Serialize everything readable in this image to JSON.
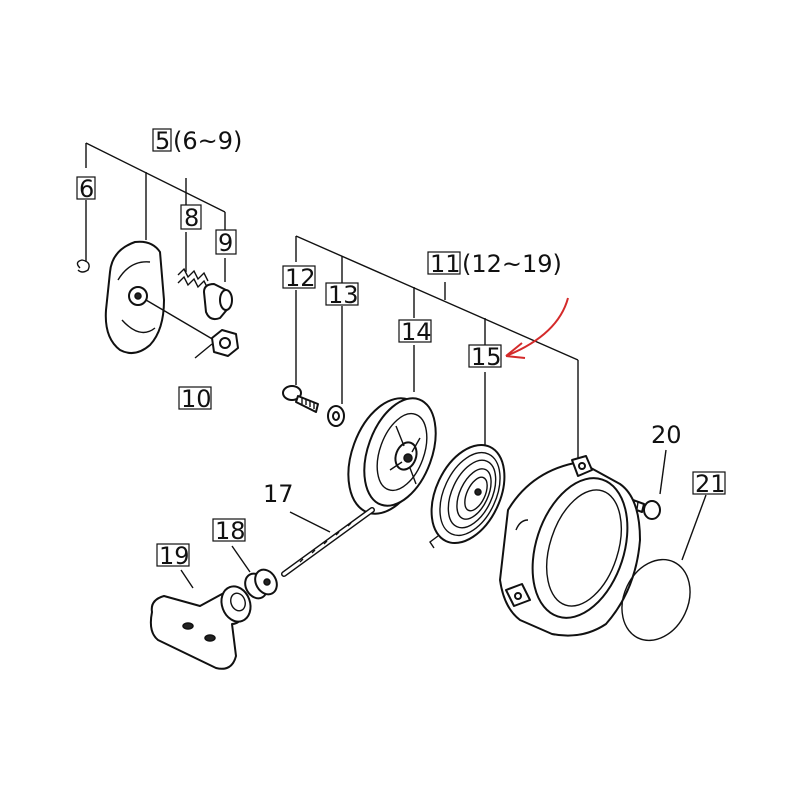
{
  "callouts": [
    {
      "id": "5",
      "text": "(6~9)"
    },
    {
      "id": "6"
    },
    {
      "id": "8"
    },
    {
      "id": "9"
    },
    {
      "id": "10"
    },
    {
      "id": "11",
      "text": "(12~19)"
    },
    {
      "id": "12"
    },
    {
      "id": "13"
    },
    {
      "id": "14"
    },
    {
      "id": "15"
    },
    {
      "id": "17"
    },
    {
      "id": "18"
    },
    {
      "id": "19"
    },
    {
      "id": "20"
    },
    {
      "id": "21"
    }
  ],
  "colors": {
    "ink": "#111111",
    "arrow": "#d42a2a",
    "background": "#ffffff"
  }
}
